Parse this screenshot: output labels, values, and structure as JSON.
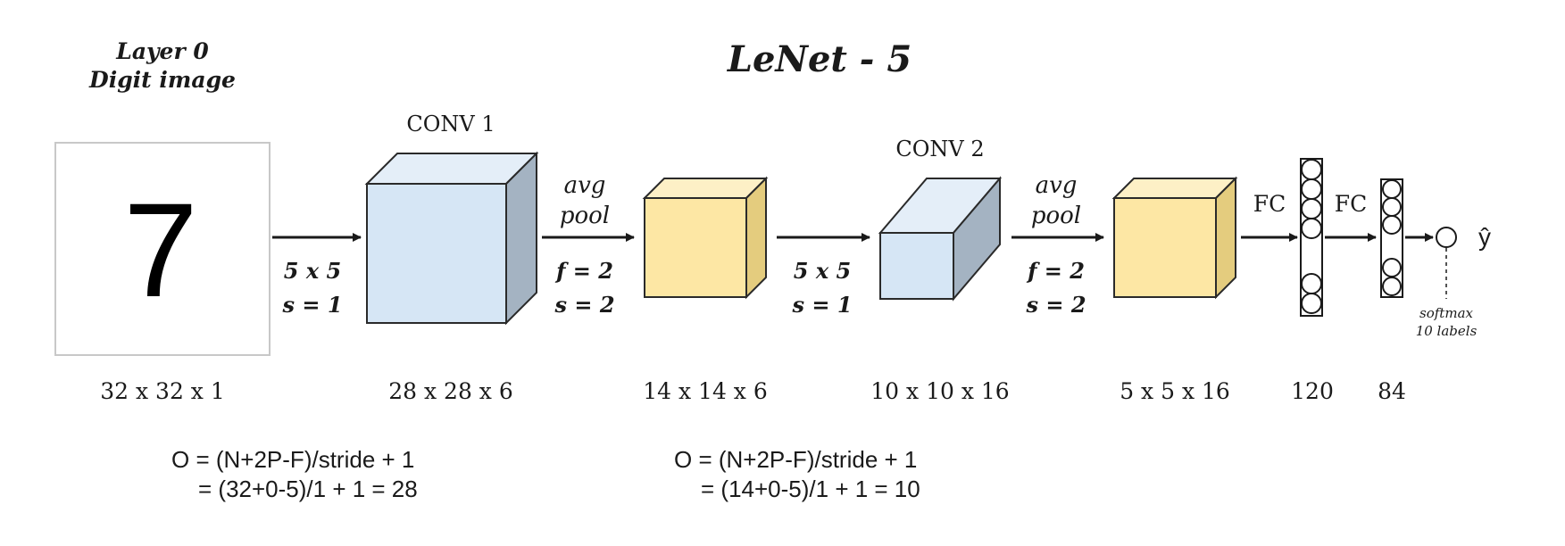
{
  "title": "LeNet - 5",
  "input": {
    "title_line1": "Layer 0",
    "title_line2": "Digit image",
    "digit": "7",
    "dims": "32 x 32 x 1"
  },
  "conv1": {
    "label": "CONV 1",
    "kernel": "5 x 5",
    "stride": "s = 1",
    "dims": "28 x 28 x 6"
  },
  "pool1": {
    "op_line1": "avg",
    "op_line2": "pool",
    "filter": "f = 2",
    "stride": "s = 2",
    "dims": "14 x 14 x 6"
  },
  "conv2": {
    "label": "CONV 2",
    "kernel": "5 x 5",
    "stride": "s = 1",
    "dims": "10 x 10 x 16"
  },
  "pool2": {
    "op_line1": "avg",
    "op_line2": "pool",
    "filter": "f = 2",
    "stride": "s = 2",
    "dims": "5 x 5 x 16"
  },
  "fc1": {
    "label": "FC",
    "dims": "120"
  },
  "fc2": {
    "label": "FC",
    "dims": "84"
  },
  "output": {
    "symbol": "ŷ",
    "note_line1": "softmax",
    "note_line2": "10 labels"
  },
  "formulas": [
    {
      "line1": "O = (N+2P-F)/stride + 1",
      "line2": "= (32+0-5)/1 + 1 = 28"
    },
    {
      "line1": "O = (N+2P-F)/stride + 1",
      "line2": "= (14+0-5)/1 + 1 = 10"
    }
  ],
  "colors": {
    "conv_front": "#d6e6f5",
    "conv_top": "#e4eef8",
    "conv_side": "#a4b3c2",
    "pool_front": "#fde7a4",
    "pool_top": "#fdf0c6",
    "pool_side": "#e4cc7e",
    "stroke": "#2a2a2a"
  }
}
